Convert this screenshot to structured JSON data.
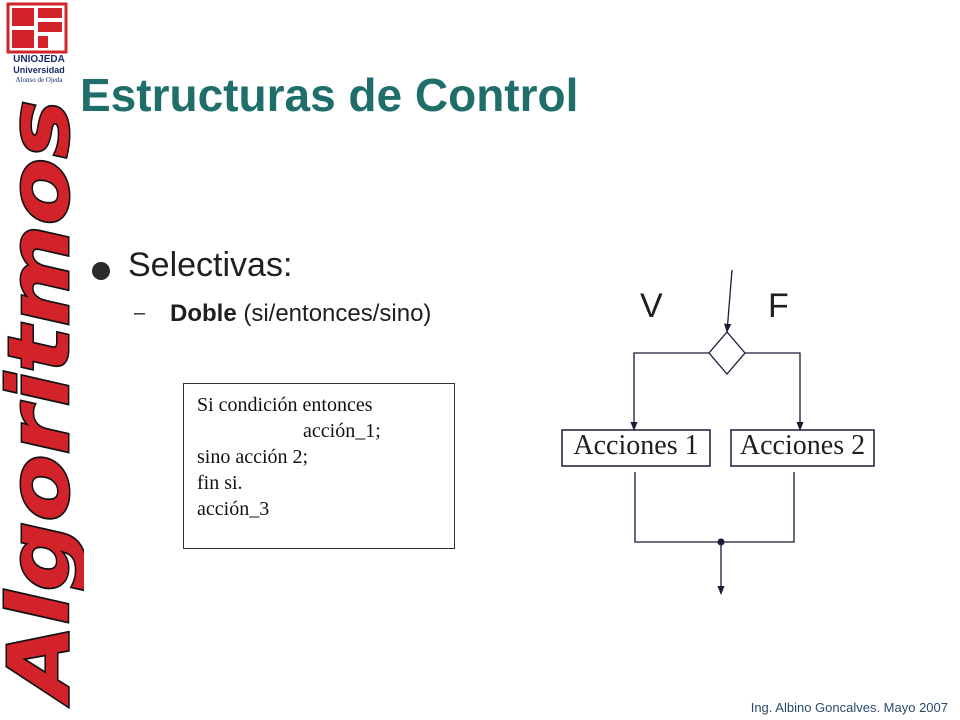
{
  "logo": {
    "line1": "UNIOJEDA",
    "line2": "Universidad",
    "line3": "Alonso de Ojeda",
    "color_red": "#d2232a",
    "color_navy": "#1a2a6c"
  },
  "side_title": {
    "text": "Algoritmos",
    "fill_color": "#d2232a",
    "stroke_color": "#111111"
  },
  "slide": {
    "title": "Estructuras de Control",
    "title_color": "#1f6e6a",
    "bullet": "Selectivas:",
    "sub_dash": "–",
    "sub_bold": "Doble",
    "sub_rest": " (si/entonces/sino)"
  },
  "code": {
    "lines": [
      "Si condición entonces",
      "acción_1;",
      "sino acción 2;",
      "fin si.",
      "acción_3"
    ]
  },
  "flowchart": {
    "true_label": "V",
    "false_label": "F",
    "box1": "Acciones 1",
    "box2": "Acciones 2"
  },
  "footer": "Ing. Albino Goncalves. Mayo 2007"
}
